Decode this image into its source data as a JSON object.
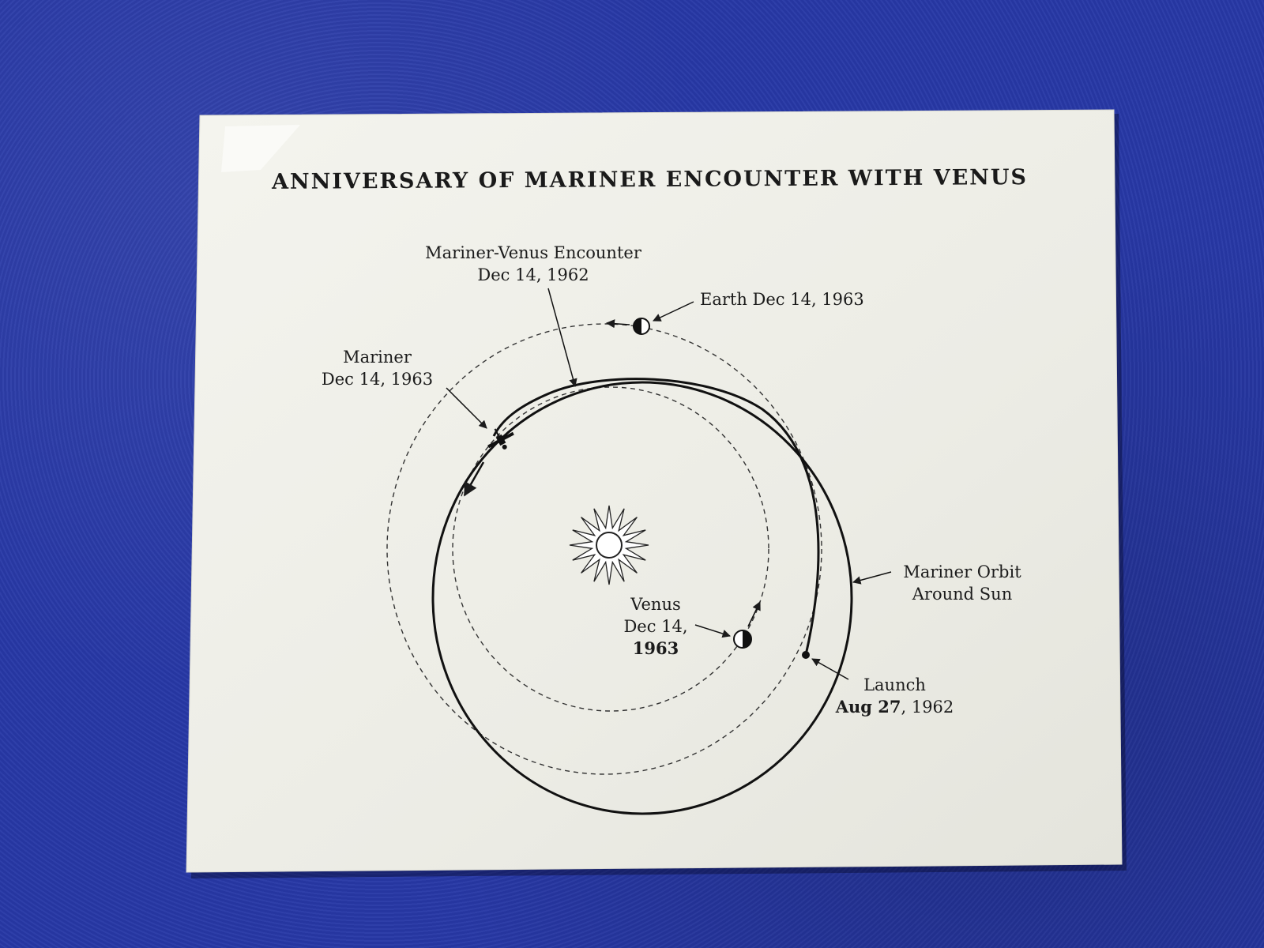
{
  "title": "ANNIVERSARY OF MARINER ENCOUNTER WITH VENUS",
  "labels": {
    "encounter_line1": "Mariner-Venus Encounter",
    "encounter_line2": "Dec 14, 1962",
    "earth": "Earth Dec 14, 1963",
    "mariner_line1": "Mariner",
    "mariner_line2": "Dec 14, 1963",
    "orbit_line1": "Mariner Orbit",
    "orbit_line2": "Around Sun",
    "venus_line1": "Venus",
    "venus_line2": "Dec 14,",
    "venus_line3": "1963",
    "launch_line1": "Launch",
    "launch_date_bold": "Aug 27",
    "launch_date_rest": ", 1962"
  },
  "icons": [
    "sun-icon",
    "earth-icon",
    "venus-icon",
    "spacecraft-icon"
  ],
  "colors": {
    "background": "#2738a6",
    "paper": "#efefe8",
    "ink": "#1b1b1b"
  }
}
